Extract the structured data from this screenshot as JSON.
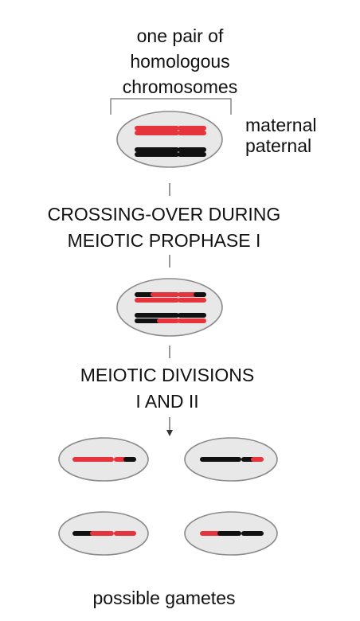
{
  "title": {
    "line1": "one pair of",
    "line2": "homologous",
    "line3": "chromosomes"
  },
  "legend": {
    "maternal": "maternal",
    "paternal": "paternal",
    "maternal_color": "#e5343c",
    "paternal_color": "#111111"
  },
  "step1": {
    "line1": "CROSSING-OVER DURING",
    "line2": "MEIOTIC PROPHASE I"
  },
  "step2": {
    "line1": "MEIOTIC DIVISIONS",
    "line2": "I AND II"
  },
  "caption": "possible gametes",
  "colors": {
    "cell_fill": "#e8e8e8",
    "cell_stroke": "#8a8a8a",
    "connector": "#777777"
  }
}
